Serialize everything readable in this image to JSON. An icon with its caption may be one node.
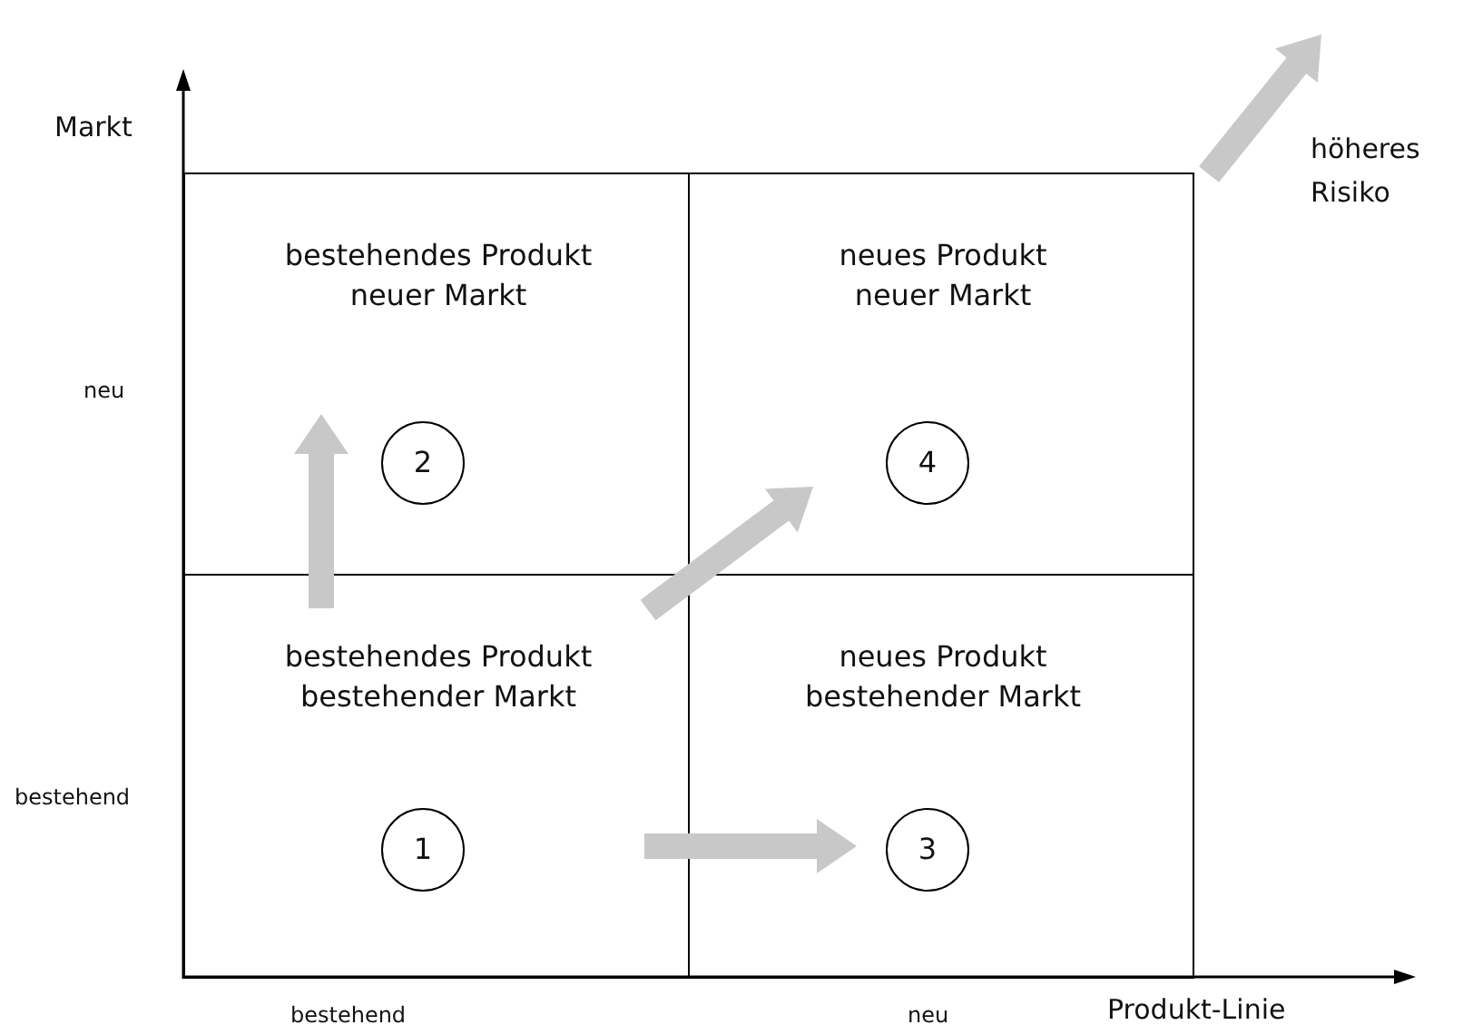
{
  "diagram": {
    "nodes": [
      {
        "text": [
          "bestehendes Produkt neuer Markt"
        ]
      },
      {
        "text": [
          "2"
        ],
        "in": 0
      },
      {
        "text": [
          "neues Produkt neuer Markt"
        ]
      },
      {
        "text": [
          "4"
        ],
        "in": 2
      },
      {
        "text": [
          "bestehendes Produkt bestehender Markt"
        ]
      },
      {
        "text": [
          "1"
        ],
        "in": 4
      },
      {
        "text": [
          "neues Produkt bestehender Markt"
        ]
      },
      {
        "text": [
          "3"
        ],
        "in": 6
      }
    ],
    "edges": [
      {
        "from": 4,
        "to": 0,
        "arrow": "to",
        "style": "thick"
      },
      {
        "from": 4,
        "to": 2,
        "arrow": "to",
        "style": "thick"
      },
      {
        "from": 4,
        "to": 6,
        "arrow": "to",
        "style": "thick"
      }
    ],
    "labels": [
      "Markt",
      "höheres Risiko",
      "neu",
      "bestehend",
      "bestehend",
      "neu",
      "Produkt-Linie"
    ]
  }
}
